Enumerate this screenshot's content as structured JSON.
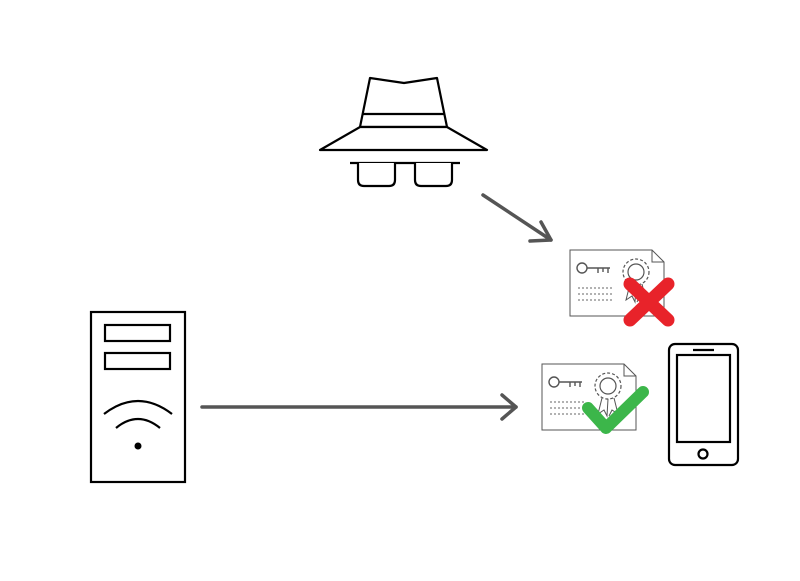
{
  "diagram": {
    "nodes": [
      {
        "id": "attacker",
        "icon": "spy-hat-icon"
      },
      {
        "id": "server",
        "icon": "wifi-server-icon"
      },
      {
        "id": "certificate-rejected",
        "icon": "certificate-icon",
        "status_icon": "red-x-icon"
      },
      {
        "id": "certificate-accepted",
        "icon": "certificate-icon",
        "status_icon": "green-check-icon"
      },
      {
        "id": "phone",
        "icon": "smartphone-icon"
      }
    ],
    "edges": [
      {
        "from": "attacker",
        "to": "certificate-rejected"
      },
      {
        "from": "server",
        "to": "certificate-accepted"
      }
    ]
  },
  "colors": {
    "stroke": "#000000",
    "arrow": "#555555",
    "reject": "#e8232a",
    "accept": "#3cb64a",
    "cert_lines": "#666666"
  }
}
